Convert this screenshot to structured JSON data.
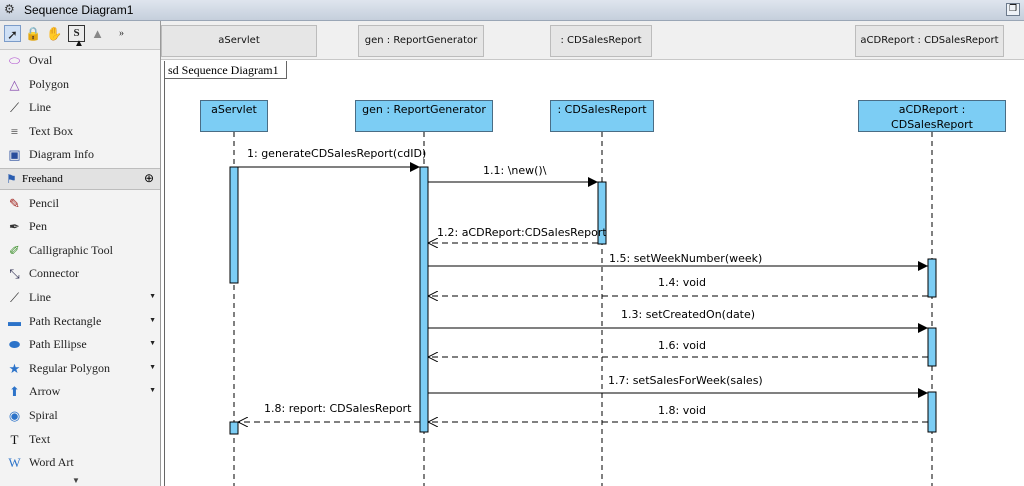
{
  "window": {
    "title": "Sequence Diagram1"
  },
  "palette": {
    "tools": [
      "select",
      "lock",
      "hand",
      "sweeper",
      "shapes",
      "more"
    ],
    "items_top": [
      {
        "label": "Oval",
        "icon": "oval-icon"
      },
      {
        "label": "Polygon",
        "icon": "polygon-icon"
      },
      {
        "label": "Line",
        "icon": "line-icon"
      },
      {
        "label": "Text Box",
        "icon": "text-box-icon"
      },
      {
        "label": "Diagram Info",
        "icon": "diagram-info-icon"
      }
    ],
    "section": {
      "label": "Freehand"
    },
    "items_freehand": [
      {
        "label": "Pencil",
        "icon": "pencil-icon",
        "dropdown": false
      },
      {
        "label": "Pen",
        "icon": "pen-icon",
        "dropdown": false
      },
      {
        "label": "Calligraphic Tool",
        "icon": "calligraphic-icon",
        "dropdown": false
      },
      {
        "label": "Connector",
        "icon": "connector-icon",
        "dropdown": false
      },
      {
        "label": "Line",
        "icon": "line-icon",
        "dropdown": true
      },
      {
        "label": "Path Rectangle",
        "icon": "path-rectangle-icon",
        "dropdown": true
      },
      {
        "label": "Path Ellipse",
        "icon": "path-ellipse-icon",
        "dropdown": true
      },
      {
        "label": "Regular Polygon",
        "icon": "regular-polygon-icon",
        "dropdown": true
      },
      {
        "label": "Arrow",
        "icon": "arrow-icon",
        "dropdown": true
      },
      {
        "label": "Spiral",
        "icon": "spiral-icon",
        "dropdown": false
      },
      {
        "label": "Text",
        "icon": "text-icon",
        "dropdown": false
      },
      {
        "label": "Word Art",
        "icon": "word-art-icon",
        "dropdown": false
      }
    ]
  },
  "header_strip": [
    "aServlet",
    "gen : ReportGenerator",
    ": CDSalesReport",
    "aCDReport : CDSalesReport"
  ],
  "frame": {
    "label": "sd Sequence Diagram1"
  },
  "lifelines": [
    "aServlet",
    "gen : ReportGenerator",
    ": CDSalesReport",
    "aCDReport : CDSalesReport"
  ],
  "messages": [
    {
      "label": "1: generateCDSalesReport(cdID)",
      "from": 0,
      "to": 1,
      "kind": "call"
    },
    {
      "label": "1.1: \\new()\\",
      "from": 1,
      "to": 2,
      "kind": "call"
    },
    {
      "label": "1.2: aCDReport:CDSalesReport",
      "from": 2,
      "to": 1,
      "kind": "return"
    },
    {
      "label": "1.5: setWeekNumber(week)",
      "from": 1,
      "to": 3,
      "kind": "call"
    },
    {
      "label": "1.4: void",
      "from": 3,
      "to": 1,
      "kind": "return"
    },
    {
      "label": "1.3: setCreatedOn(date)",
      "from": 1,
      "to": 3,
      "kind": "call"
    },
    {
      "label": "1.6: void",
      "from": 3,
      "to": 1,
      "kind": "return"
    },
    {
      "label": "1.7: setSalesForWeek(sales)",
      "from": 1,
      "to": 3,
      "kind": "call"
    },
    {
      "label": "1.8: void",
      "from": 3,
      "to": 1,
      "kind": "return"
    },
    {
      "label": "1.8: report: CDSalesReport",
      "from": 1,
      "to": 0,
      "kind": "return"
    }
  ],
  "colors": {
    "lifeline_fill": "#7ccdf4",
    "line": "#000000"
  }
}
